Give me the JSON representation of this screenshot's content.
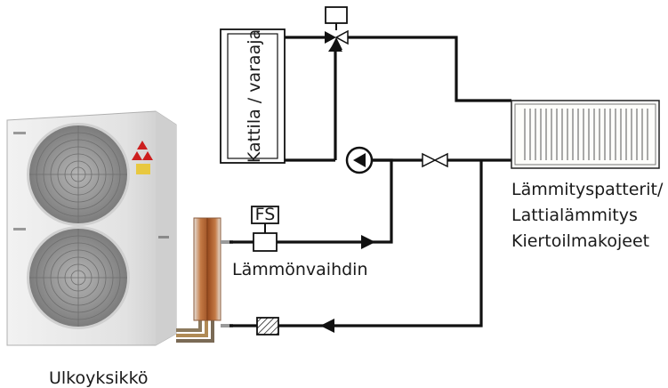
{
  "labels": {
    "boiler": "Kattila / varaaja",
    "fs": "FS",
    "emitters_line1": "Lämmityspatterit/",
    "emitters_line2": "Lattialämmitys",
    "emitters_line3": "Kiertoilmakojeet",
    "heat_exchanger": "Lämmönvaihdin",
    "outdoor_unit": "Ulkoyksikkö"
  },
  "colors": {
    "pipe": "#111111",
    "unit_body": "#e3e3e3",
    "fan_grille": "#8a8a8a",
    "exchanger_copper": "#b5652e",
    "refrigerant_pipe": "#9a7a4a",
    "radiator": "#fdfdfa"
  }
}
